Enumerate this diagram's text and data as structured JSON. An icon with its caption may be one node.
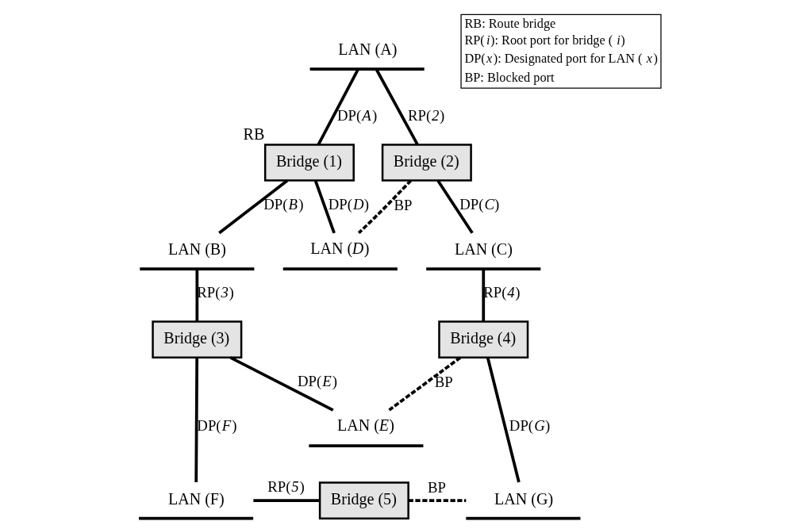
{
  "diagram": {
    "nodes": [
      {
        "text": [
          "LAN (A)"
        ]
      },
      {
        "text": [
          "Bridge (1)"
        ],
        "beside": [
          "RB"
        ]
      },
      {
        "text": [
          "Bridge (2)"
        ]
      },
      {
        "text": [
          "LAN (B)"
        ]
      },
      {
        "text": [
          "LAN (*D*)"
        ]
      },
      {
        "text": [
          "LAN (C)"
        ]
      },
      {
        "text": [
          "Bridge (3)"
        ]
      },
      {
        "text": [
          "Bridge (4)"
        ]
      },
      {
        "text": [
          "LAN (*E*)"
        ]
      },
      {
        "text": [
          "LAN (F)"
        ]
      },
      {
        "text": [
          "Bridge (5)"
        ]
      },
      {
        "text": [
          "LAN (G)"
        ]
      }
    ],
    "edges": [
      {
        "from": 1,
        "to": 0,
        "arrow": "none",
        "label": "DP(*A*)"
      },
      {
        "from": 2,
        "to": 0,
        "arrow": "none",
        "label": "RP(*2*)"
      },
      {
        "from": 1,
        "to": 3,
        "arrow": "none",
        "label": "DP(*B*)"
      },
      {
        "from": 1,
        "to": 4,
        "arrow": "none",
        "label": "DP(*D*)"
      },
      {
        "from": 2,
        "to": 4,
        "arrow": "none",
        "label": "BP",
        "style": "dashed"
      },
      {
        "from": 2,
        "to": 5,
        "arrow": "none",
        "label": "DP(*C*)"
      },
      {
        "from": 6,
        "to": 3,
        "arrow": "none",
        "label": "RP(*3*)"
      },
      {
        "from": 7,
        "to": 5,
        "arrow": "none",
        "label": "RP(*4*)"
      },
      {
        "from": 6,
        "to": 9,
        "arrow": "none",
        "label": "DP(*F*)"
      },
      {
        "from": 6,
        "to": 8,
        "arrow": "none",
        "label": "DP(*E*)"
      },
      {
        "from": 7,
        "to": 8,
        "arrow": "none",
        "label": "BP",
        "style": "dashed"
      },
      {
        "from": 7,
        "to": 11,
        "arrow": "none",
        "label": "DP(*G*)"
      },
      {
        "from": 10,
        "to": 9,
        "arrow": "none",
        "label": "RP(*5*)"
      },
      {
        "from": 10,
        "to": 11,
        "arrow": "none",
        "label": "BP",
        "style": "dashed"
      }
    ],
    "labels": [
      "RB: Route bridge",
      "RP(*i*): Root port for bridge (*i*)",
      "DP(*x*): Designated port for LAN (*x*)",
      "BP: Blocked port"
    ]
  }
}
